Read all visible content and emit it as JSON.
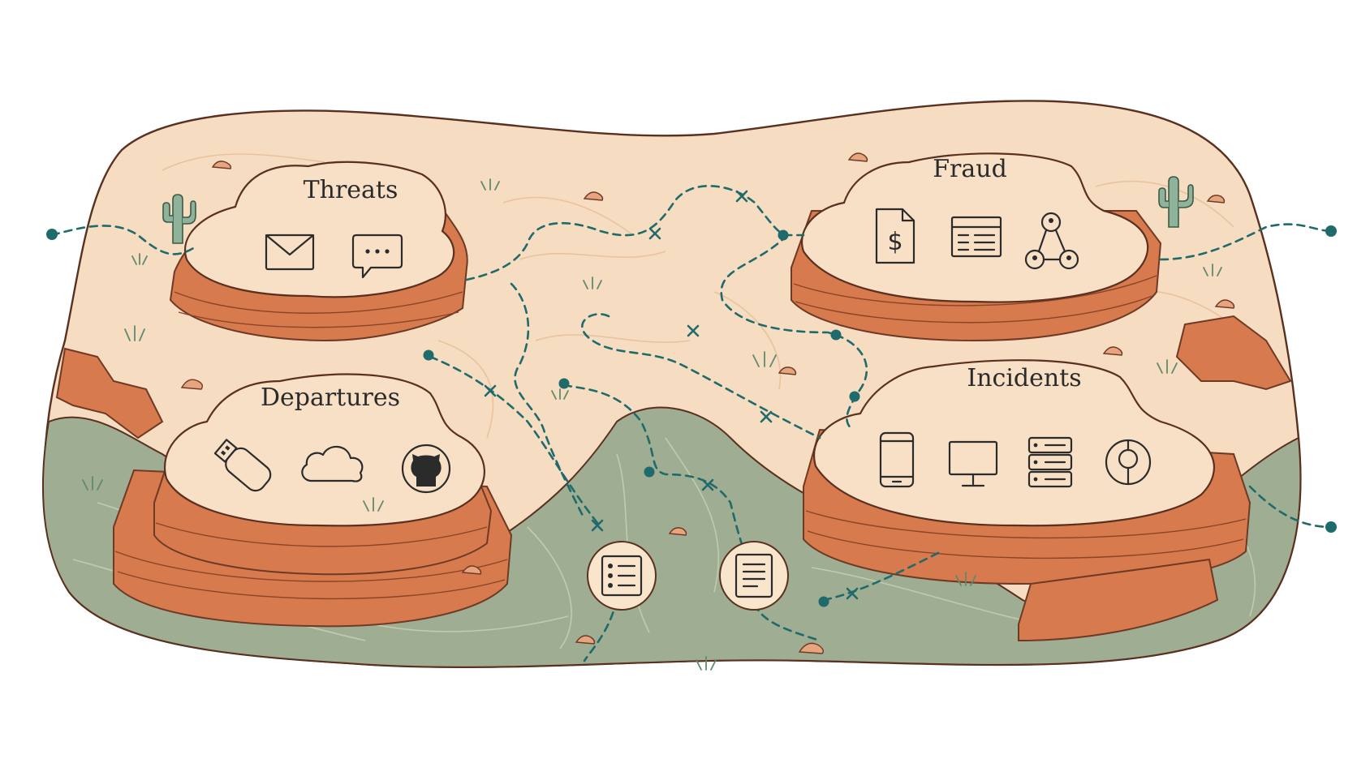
{
  "regions": {
    "threats": {
      "label": "Threats",
      "icons": [
        "envelope-icon",
        "chat-bubble-icon"
      ]
    },
    "fraud": {
      "label": "Fraud",
      "icons": [
        "invoice-dollar-icon",
        "ledger-table-icon",
        "network-graph-icon"
      ]
    },
    "departures": {
      "label": "Departures",
      "icons": [
        "usb-drive-icon",
        "cloud-icon",
        "github-icon"
      ]
    },
    "incidents": {
      "label": "Incidents",
      "icons": [
        "smartphone-icon",
        "monitor-icon",
        "server-icon",
        "location-pin-icon"
      ]
    }
  },
  "waypoints": {
    "badges": [
      "checklist-icon",
      "document-icon"
    ]
  },
  "colors": {
    "sand": "#f6dcc0",
    "cliff": "#d77a4e",
    "river": "#9fae92",
    "trail": "#1f6a6b"
  }
}
